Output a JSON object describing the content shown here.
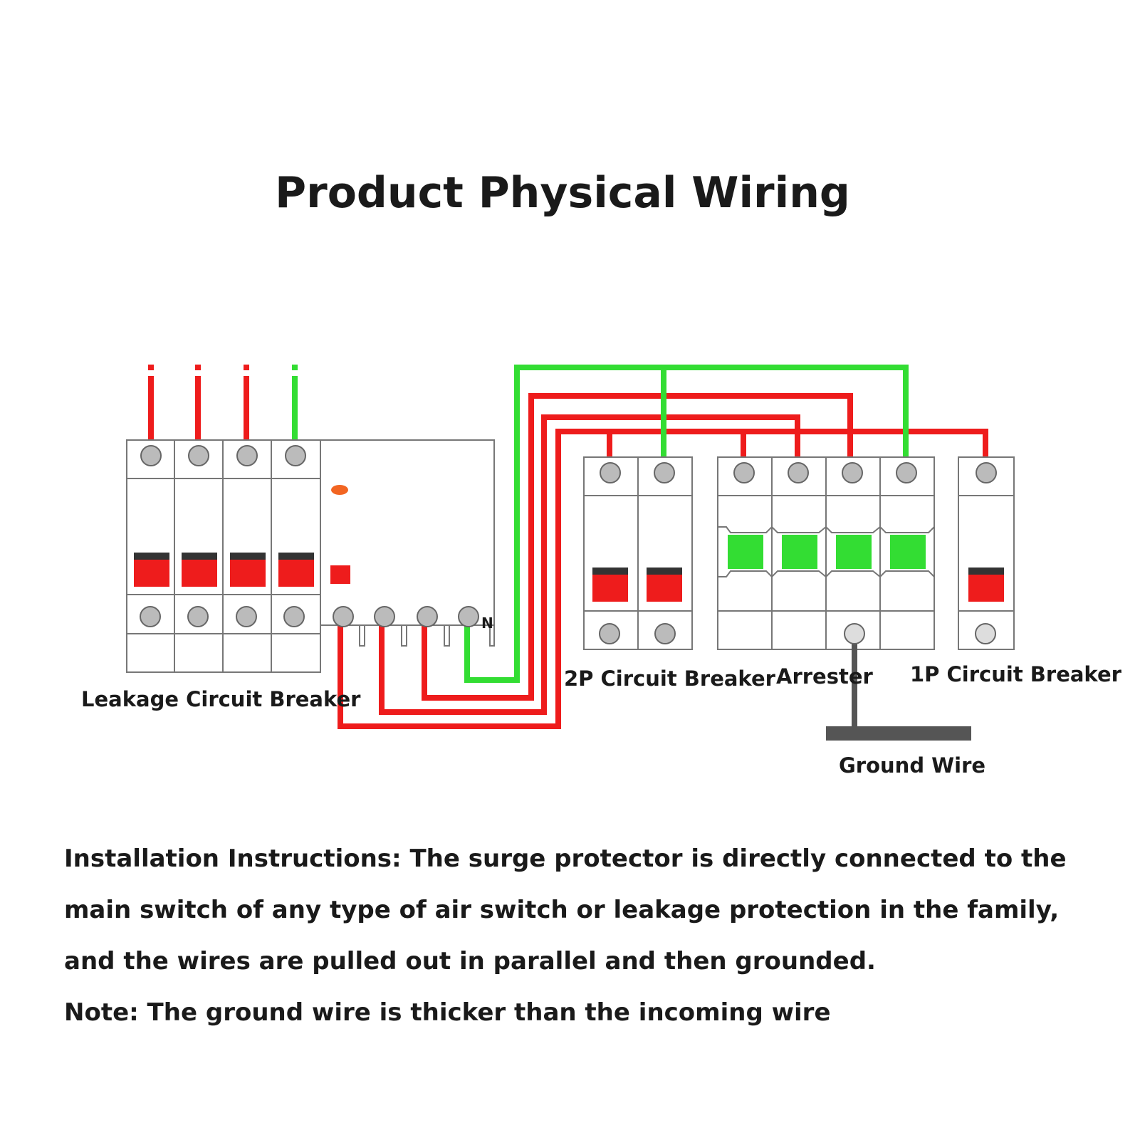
{
  "title": "Product Physical Wiring",
  "labels": {
    "leakage": "Leakage Circuit Breaker",
    "two_p": "2P Circuit Breaker",
    "arrester": "Arrester",
    "one_p": "1P Circuit Breaker",
    "ground": "Ground Wire",
    "neutral": "N"
  },
  "instructions": {
    "main": "Installation Instructions: The surge protector is directly connected to the main switch of any type of air switch or leakage protection in the family, and the wires are pulled out in parallel and then grounded.",
    "note": "Note: The ground wire is thicker than the incoming wire"
  },
  "colors": {
    "live": "#ee1c1c",
    "neutral": "#33dd33",
    "ground": "#555555",
    "outline": "#777777",
    "terminal": "#bbbbbb"
  }
}
